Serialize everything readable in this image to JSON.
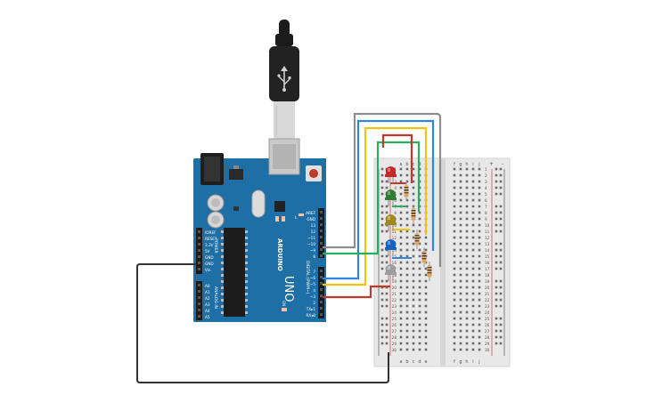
{
  "board": {
    "brand": "ARDUINO",
    "model": "UNO",
    "digital_label": "DIGITAL (PWM~)",
    "power_label": "POWER",
    "analog_label": "ANALOG IN",
    "tx_label": "TX",
    "rx_label": "RX",
    "l_label": "L",
    "on_label": "ON",
    "top_pins": [
      "AREF",
      "GND",
      "13",
      "12",
      "~11",
      "~10",
      "~9",
      "8"
    ],
    "bottom_digital_pins": [
      "7",
      "~6",
      "~5",
      "4",
      "~3",
      "2",
      "TX▸1",
      "RX◂0"
    ],
    "power_pins": [
      "IOREF",
      "RESET",
      "3.3V",
      "5V",
      "GND",
      "GND",
      "Vin"
    ],
    "analog_pins": [
      "A0",
      "A1",
      "A2",
      "A3",
      "A4",
      "A5"
    ]
  },
  "breadboard": {
    "col_letters_left": [
      "a",
      "b",
      "c",
      "d",
      "e"
    ],
    "col_letters_right": [
      "f",
      "g",
      "h",
      "i",
      "j"
    ],
    "row_numbers": [
      "1",
      "2",
      "3",
      "4",
      "5",
      "6",
      "7",
      "8",
      "9",
      "10",
      "11",
      "12",
      "13",
      "14",
      "15",
      "16",
      "17",
      "18",
      "19",
      "20",
      "21",
      "22",
      "23",
      "24",
      "25",
      "26",
      "27",
      "28",
      "29",
      "30"
    ],
    "rail_plus": "+",
    "rail_minus": "-"
  },
  "components": {
    "leds": [
      {
        "name": "red-led",
        "color": "#c62828"
      },
      {
        "name": "green-led",
        "color": "#2e7d32"
      },
      {
        "name": "yellow-led",
        "color": "#a08a1e"
      },
      {
        "name": "blue-led",
        "color": "#1565c0"
      },
      {
        "name": "white-led",
        "color": "#9e9e9e"
      }
    ],
    "wire_colors": {
      "gray": "#8e8e8e",
      "blue": "#2e86de",
      "yellow": "#f1c40f",
      "green": "#27ae60",
      "red": "#c0392b",
      "black": "#333333"
    }
  },
  "usb_cable": {
    "icon": "usb-icon"
  }
}
